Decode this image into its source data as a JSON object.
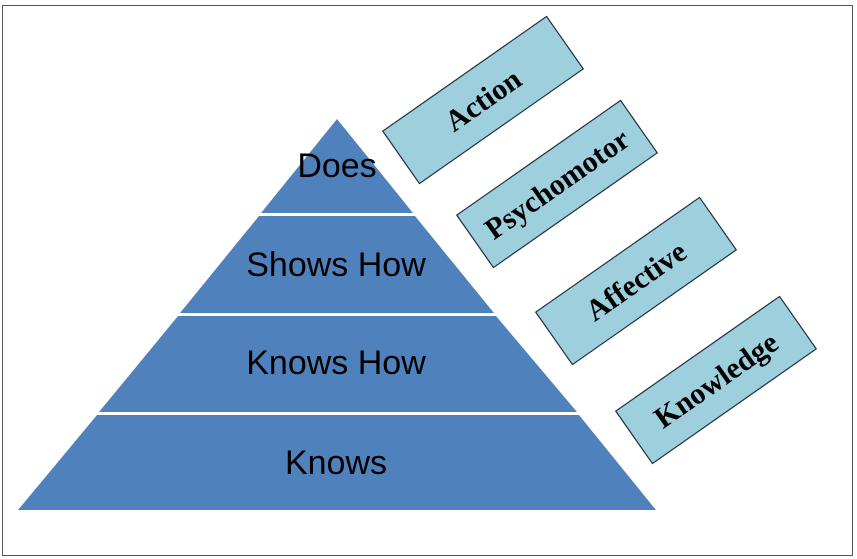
{
  "colors": {
    "pyramid_fill": "#4F81BD",
    "tier_separator": "#FFFFFF",
    "box_fill": "#9ECFDD",
    "box_stroke": "#1F2F3F"
  },
  "pyramid": {
    "tiers": [
      {
        "label": "Does"
      },
      {
        "label": "Shows How"
      },
      {
        "label": "Knows How"
      },
      {
        "label": "Knows"
      }
    ]
  },
  "domains": [
    {
      "label": "Action"
    },
    {
      "label": "Psychomotor"
    },
    {
      "label": "Affective"
    },
    {
      "label": "Knowledge"
    }
  ]
}
